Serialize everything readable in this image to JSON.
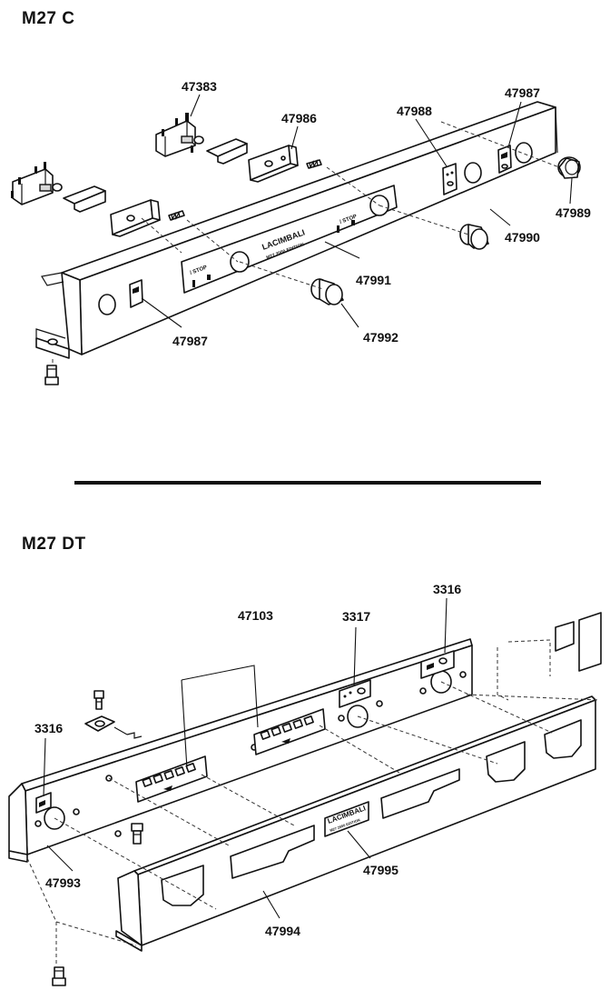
{
  "sections": [
    {
      "title": "M27 C"
    },
    {
      "title": "M27 DT"
    }
  ],
  "labels": {
    "c": {
      "p47383": "47383",
      "p47986": "47986",
      "p47988": "47988",
      "p47987_top": "47987",
      "p47989": "47989",
      "p47990": "47990",
      "p47991": "47991",
      "p47992": "47992",
      "p47987_bottom": "47987"
    },
    "dt": {
      "p47103": "47103",
      "p3317": "3317",
      "p3316_right": "3316",
      "p3316_left": "3316",
      "p47993": "47993",
      "p47995": "47995",
      "p47994": "47994"
    }
  },
  "panel_text": {
    "stop": "/ STOP",
    "logo_c": "LACIMBALI",
    "edition_c": "M27 2000 EDITION",
    "logo_dt": "LACIMBALI",
    "edition_dt": "M27 2000 EDITION"
  }
}
